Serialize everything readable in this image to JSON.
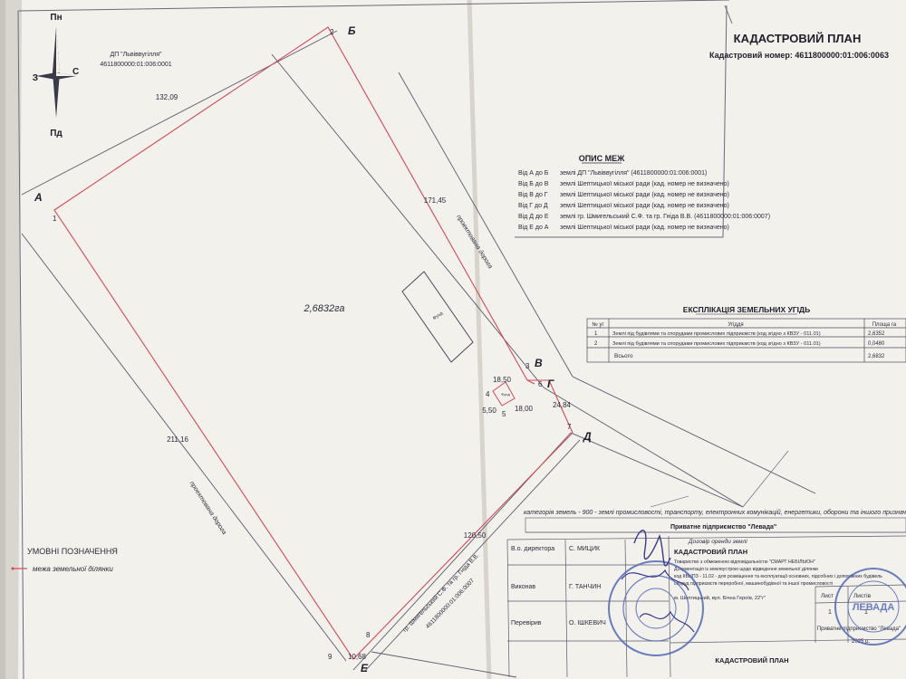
{
  "compass": {
    "north": "Пн",
    "south": "Пд",
    "west": "З",
    "east": "С"
  },
  "neighbor_top": {
    "name": "ДП \"Львіввугілля\"",
    "cad": "4611800000:01:006:0001"
  },
  "dimensions": {
    "d1": "132,09",
    "d2": "171,45",
    "d3": "211,16",
    "d4": "18,50",
    "d5": "5,50",
    "d6": "18,00",
    "d7": "24,84",
    "d8": "120,50",
    "d9": "10,68"
  },
  "corners": {
    "a": "А",
    "b": "Б",
    "v": "В",
    "g": "Г",
    "d": "Д",
    "e": "Е"
  },
  "points": {
    "p1": "1",
    "p2": "2",
    "p3": "3",
    "p4": "4",
    "p5": "5",
    "p6": "6",
    "p7": "7",
    "p8": "8",
    "p9": "9"
  },
  "area": "2,6832га",
  "building_label": "Фунд",
  "small_building_label": "Фунд",
  "road_labels": {
    "r1": "проектована дорога",
    "r2": "проектована дорога"
  },
  "neighbor_bottom": {
    "name": "гр. Шмигельський С.Ф. та гр. Гнідa В.В.",
    "cad": "4611800000:01:006:0007"
  },
  "title": "КАДАСТРОВИЙ ПЛАН",
  "cadastral_number": "Кадастровий номер: 4611800000:01:006:0063",
  "boundaries": {
    "title": "ОПИС МЕЖ",
    "rows": [
      {
        "from": "Від А до Б",
        "text": "землі ДП \"Львіввугілля\" (4611800000:01:006:0001)"
      },
      {
        "from": "Від Б до В",
        "text": "землі Шептицької міської ради (кад. номер не визначено)"
      },
      {
        "from": "Від В до Г",
        "text": "землі Шептицької міської ради (кад. номер не визначено)"
      },
      {
        "from": "Від Г до Д",
        "text": "землі Шептицької міської ради (кад. номер не визначено)"
      },
      {
        "from": "Від Д до Е",
        "text": "землі гр. Шмигельський С.Ф. та гр. Гнідa В.В. (4611800000:01:006:0007)"
      },
      {
        "from": "Від Е до А",
        "text": "землі Шептицької міської ради (кад. номер не визначено)"
      }
    ]
  },
  "explication": {
    "title": "ЕКСПЛІКАЦІЯ ЗЕМЕЛЬНИХ УГІДЬ",
    "headers": [
      "№ уг",
      "Угіддя",
      "Площа га"
    ],
    "rows": [
      {
        "n": "1",
        "name": "Землі під будівлями та спорудами промислових підприємств (код згідно з КВЗУ - 011.01)",
        "area": "2,6352"
      },
      {
        "n": "2",
        "name": "Землі під будівлями та спорудами промислових підприємств (код згідно з КВЗУ - 011.01)",
        "area": "0,0480"
      }
    ],
    "total_label": "Всього",
    "total_area": "2,6832"
  },
  "land_category": "категорія земель - 900 - землі промисловості, транспорту, електронних комунікацій, енергетики, оборони та іншого призначення",
  "owner_label": "Приватне підприємство \"Левада\"",
  "lease_label": "Договір оренди землі",
  "legend": {
    "title": "УМОВНІ ПОЗНАЧЕННЯ",
    "item": "межа земельної ділянки"
  },
  "stamp": {
    "director_role": "В.о. директора",
    "director_name": "С. МИЦИК",
    "executor_role": "Виконав",
    "executor_name": "Г. ТАНЧИН",
    "checker_role": "Перевірив",
    "checker_name": "О. ІШКЕВИЧ",
    "doc_title": "КАДАСТРОВИЙ ПЛАН",
    "company": "Товариство з обмеженою відповідальністю \"СМАРТ НЕБІЛЬЮН\"",
    "line2": "Документація із землеустрою щодо відведення земельної ділянки",
    "line3": "код КВЦПЗ - 11.02 - для розміщення та експлуатації основних, підсобних і допоміжних будівель",
    "line4": "споруд підприємств переробної, машинобудівної та іншої промисловості",
    "line5": "м. Шептицький, вул. Бічна Героїв, 22\"г\"",
    "sheet_label": "Лист",
    "sheets_label": "Листів",
    "sheet_no": "1",
    "sheets_total": "1",
    "footer": "КАДАСТРОВИЙ ПЛАН",
    "seal_text": "ЛЕВАДА",
    "stamp_right": "Приватне підприємство \"Левада\"",
    "year": "2025 р."
  },
  "colors": {
    "paper": "#f4f2ee",
    "ink": "#2b2b3a",
    "boundary": "#d24a5a",
    "seal": "#5068b8"
  }
}
